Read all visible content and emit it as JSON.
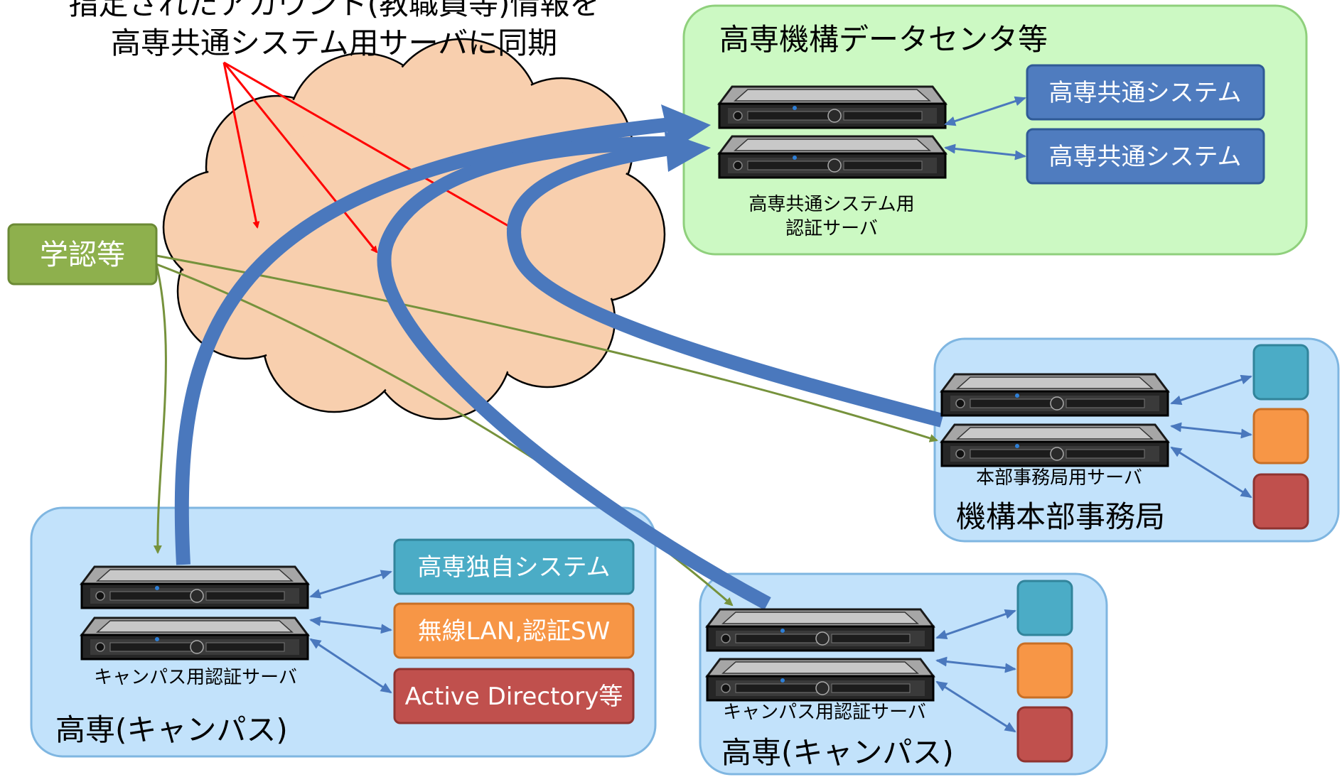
{
  "caption": {
    "line1": "指定されたアカウント(教職員等)情報を",
    "line2": "高専共通システム用サーバに同期"
  },
  "gakunin": {
    "label": "学認等"
  },
  "datacenter": {
    "title": "高専機構データセンタ等",
    "server_label_1": "高専共通システム用",
    "server_label_2": "認証サーバ",
    "systems": [
      "高専共通システム",
      "高専共通システム"
    ]
  },
  "hq": {
    "title": "機構本部事務局",
    "server_label": "本部事務局用サーバ"
  },
  "campus_left": {
    "title": "高専(キャンパス)",
    "server_label": "キャンパス用認証サーバ",
    "systems": [
      "高専独自システム",
      "無線LAN,認証SW",
      "Active Directory等"
    ]
  },
  "campus_right": {
    "title": "高専(キャンパス)",
    "server_label": "キャンパス用認証サーバ"
  },
  "colors": {
    "cloud": "#f8cfae",
    "datacenter_bg": "#ccf9c3",
    "datacenter_border": "#8fd07c",
    "campus_bg": "#c2e2fb",
    "campus_border": "#7fb6e1",
    "blue_box": "#4f7cbf",
    "teal_box": "#4bacc6",
    "orange_box": "#f79646",
    "red_box": "#c0504d",
    "green_box": "#8eb04d",
    "sync_arrow": "#4a78bd",
    "red_arrow": "#ff0000",
    "olive_arrow": "#76923c"
  }
}
